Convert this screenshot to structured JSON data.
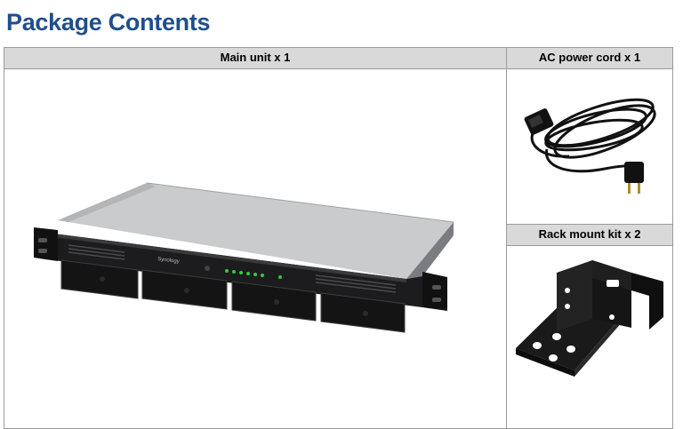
{
  "page": {
    "title": "Package Contents"
  },
  "items": {
    "main_unit": {
      "label": "Main unit x 1",
      "brand": "Synology"
    },
    "power_cord": {
      "label": "AC power cord x 1"
    },
    "rack_kit": {
      "label": "Rack mount kit x 2"
    }
  },
  "colors": {
    "title": "#1f4e8c",
    "header_bg": "#d9d9d9",
    "border": "#9a9a9a"
  }
}
